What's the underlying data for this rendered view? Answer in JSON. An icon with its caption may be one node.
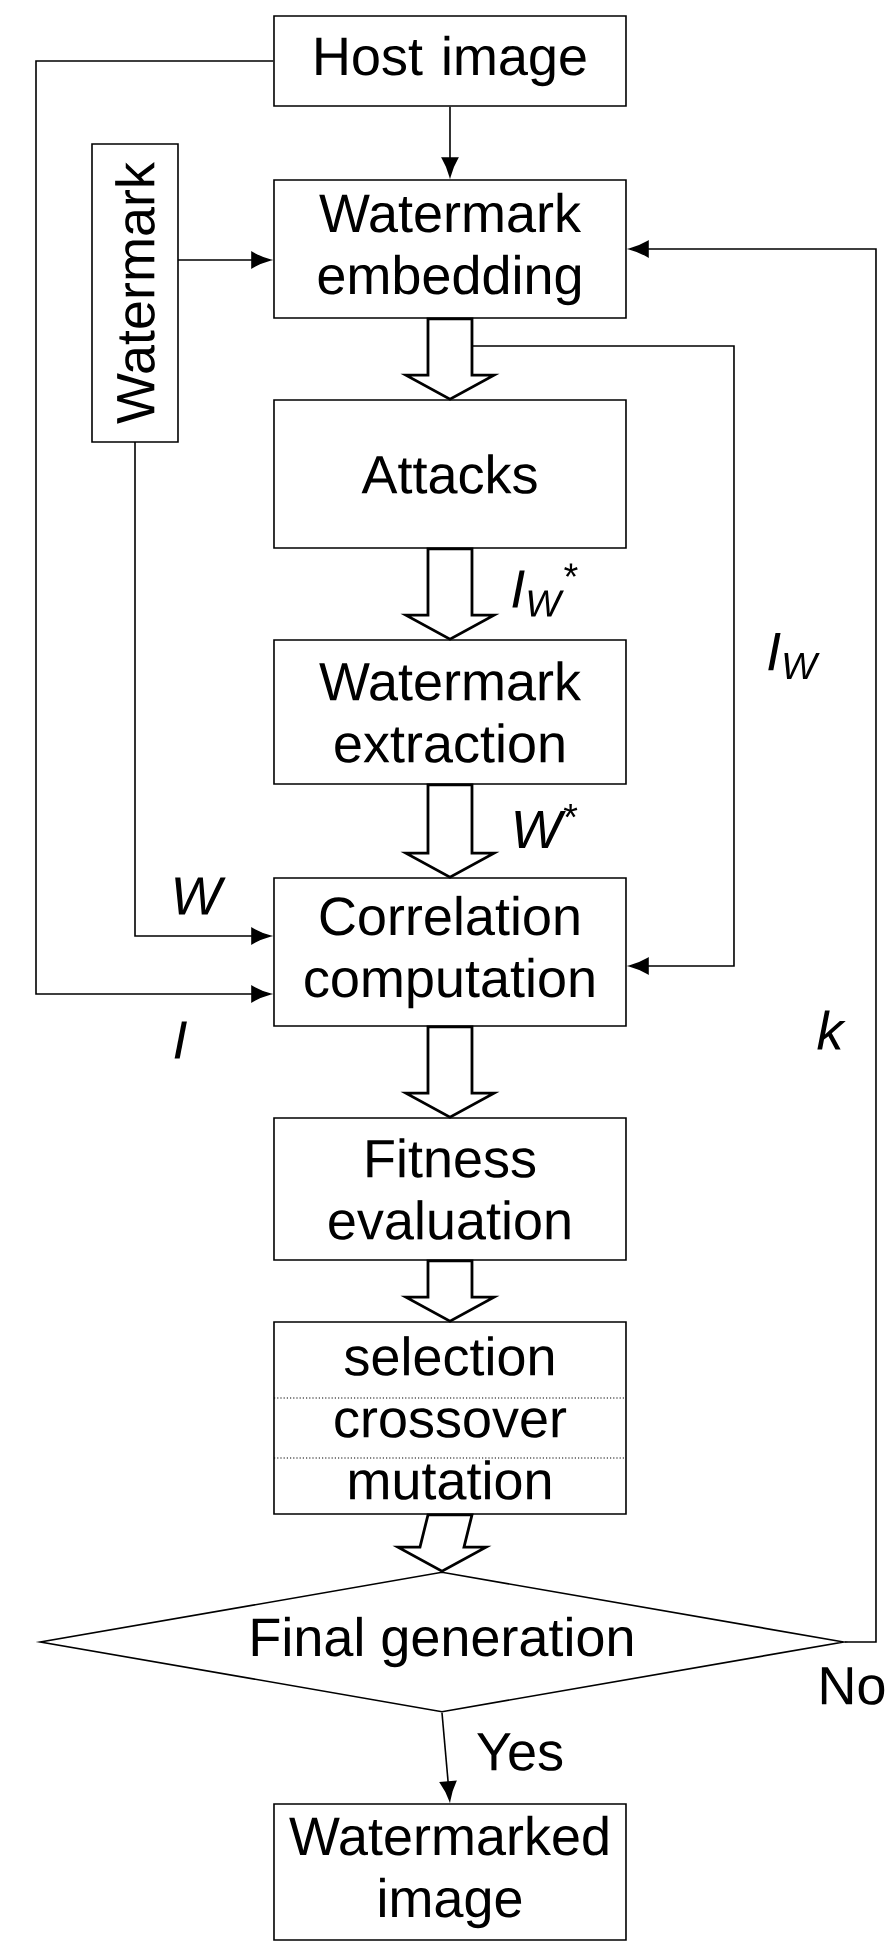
{
  "diagram": {
    "nodes": [
      {
        "text": [
          "Host image"
        ]
      },
      {
        "text": [
          "Watermark"
        ]
      },
      {
        "text": [
          "Watermark embedding"
        ]
      },
      {
        "text": [
          "Attacks"
        ]
      },
      {
        "text": [
          "Watermark extraction"
        ]
      },
      {
        "text": [
          "Correlation computation"
        ]
      },
      {
        "text": [
          "Fitness evaluation"
        ]
      },
      {
        "text": [
          "selection",
          "crossover",
          "mutation"
        ]
      },
      {
        "text": [
          "Final generation"
        ]
      },
      {
        "text": [
          "Watermarked image"
        ]
      }
    ],
    "edges": [
      {
        "from": 0,
        "to": 2,
        "arrow": "to"
      },
      {
        "from": 0,
        "to": 5,
        "arrow": "to",
        "label": "I"
      },
      {
        "from": 1,
        "to": 2,
        "arrow": "to"
      },
      {
        "from": 1,
        "to": 5,
        "arrow": "to",
        "label": "W"
      },
      {
        "from": 2,
        "to": 3,
        "arrow": "to",
        "style": "thick"
      },
      {
        "from": 2,
        "to": 5,
        "arrow": "to",
        "label": "I$_{W}$"
      },
      {
        "from": 3,
        "to": 4,
        "arrow": "to",
        "style": "thick",
        "label": "I$_{W}$$^{*}$"
      },
      {
        "from": 4,
        "to": 5,
        "arrow": "to",
        "style": "thick",
        "label": "W$^{*}$"
      },
      {
        "from": 5,
        "to": 6,
        "arrow": "to",
        "style": "thick"
      },
      {
        "from": 6,
        "to": 7,
        "arrow": "to",
        "style": "thick"
      },
      {
        "from": 7,
        "to": 8,
        "arrow": "to",
        "style": "thick"
      },
      {
        "from": 8,
        "to": 9,
        "arrow": "to",
        "label": "Yes"
      },
      {
        "from": 8,
        "to": 2,
        "arrow": "to",
        "label": "No"
      }
    ],
    "labels": [
      "k"
    ]
  }
}
